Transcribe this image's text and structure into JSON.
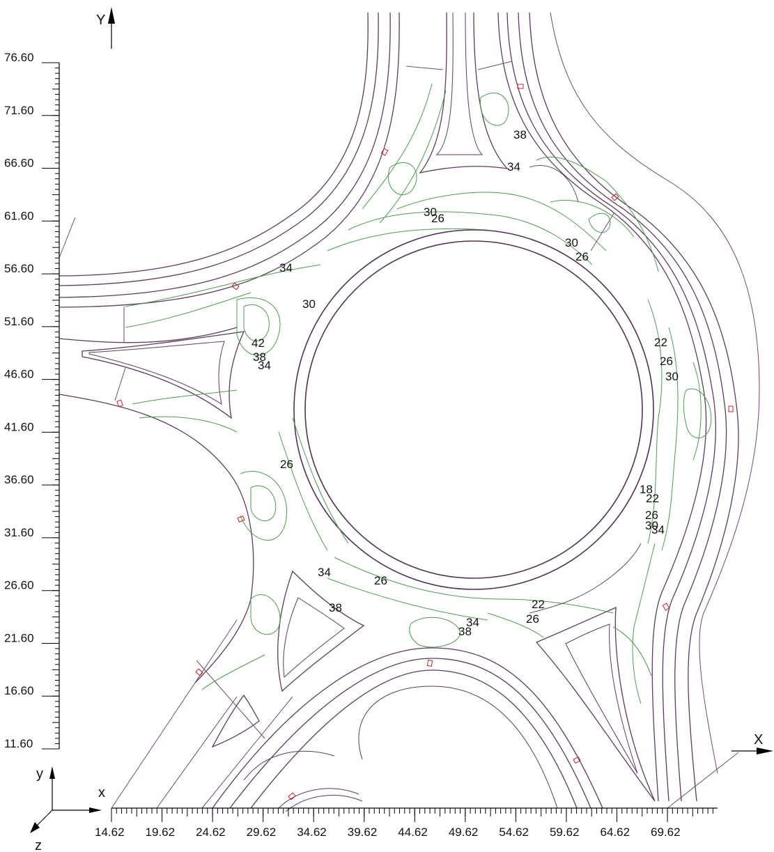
{
  "axes": {
    "x_axis_letter": "X",
    "y_axis_letter": "Y",
    "triad": {
      "x": "x",
      "y": "y",
      "z": "z"
    },
    "x_ticks": [
      "14.62",
      "19.62",
      "24.62",
      "29.62",
      "34.62",
      "39.62",
      "44.62",
      "49.62",
      "54.62",
      "59.62",
      "64.62",
      "69.62"
    ],
    "y_ticks": [
      "76.60",
      "71.60",
      "66.60",
      "61.60",
      "56.60",
      "51.60",
      "46.60",
      "41.60",
      "36.60",
      "31.60",
      "26.60",
      "21.60",
      "16.60",
      "11.60"
    ]
  },
  "contour_labels": [
    "38",
    "34",
    "30",
    "26",
    "30",
    "26",
    "34",
    "30",
    "42",
    "38",
    "34",
    "22",
    "26",
    "30",
    "26",
    "18",
    "22",
    "26",
    "30",
    "34",
    "34",
    "26",
    "38",
    "22",
    "26",
    "34",
    "38"
  ],
  "colors": {
    "road": "#5a3d5c",
    "contour": "#4f9a4f",
    "marker": "#c0262b"
  }
}
